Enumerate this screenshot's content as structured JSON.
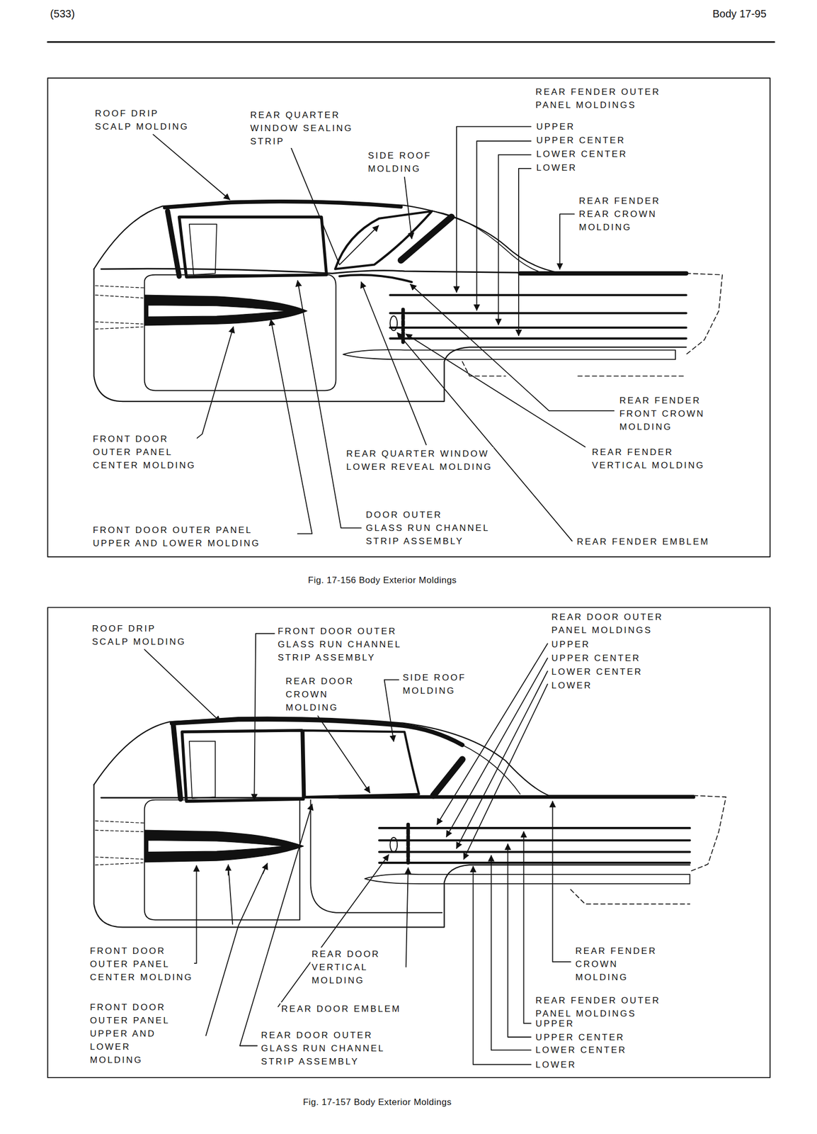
{
  "diagram": {
    "labels": [
      "(533)",
      "Body 17-95",
      "ROOF DRIP SCALP MOLDING",
      "REAR QUARTER WINDOW SEALING STRIP",
      "SIDE ROOF MOLDING",
      "REAR FENDER OUTER PANEL MOLDINGS",
      "UPPER",
      "UPPER CENTER",
      "LOWER CENTER",
      "LOWER",
      "REAR FENDER REAR CROWN MOLDING",
      "REAR FENDER FRONT CROWN MOLDING",
      "FRONT DOOR OUTER PANEL CENTER MOLDING",
      "REAR QUARTER WINDOW LOWER REVEAL MOLDING",
      "REAR FENDER VERTICAL MOLDING",
      "FRONT DOOR OUTER PANEL UPPER AND LOWER MOLDING",
      "DOOR OUTER GLASS RUN CHANNEL STRIP ASSEMBLY",
      "REAR FENDER EMBLEM",
      "Fig. 17-156 Body Exterior Moldings",
      "ROOF DRIP SCALP MOLDING",
      "FRONT DOOR OUTER GLASS RUN CHANNEL STRIP ASSEMBLY",
      "REAR DOOR CROWN MOLDING",
      "SIDE ROOF MOLDING",
      "REAR DOOR OUTER PANEL MOLDINGS",
      "UPPER",
      "UPPER CENTER",
      "LOWER CENTER",
      "LOWER",
      "FRONT DOOR OUTER PANEL CENTER MOLDING",
      "REAR DOOR VERTICAL MOLDING",
      "REAR FENDER CROWN MOLDING",
      "FRONT DOOR OUTER PANEL UPPER AND LOWER MOLDING",
      "REAR DOOR EMBLEM",
      "REAR DOOR OUTER GLASS RUN CHANNEL STRIP ASSEMBLY",
      "REAR FENDER OUTER PANEL MOLDINGS",
      "UPPER",
      "UPPER CENTER",
      "LOWER CENTER",
      "LOWER",
      "Fig. 17-157 Body Exterior Moldings"
    ]
  }
}
